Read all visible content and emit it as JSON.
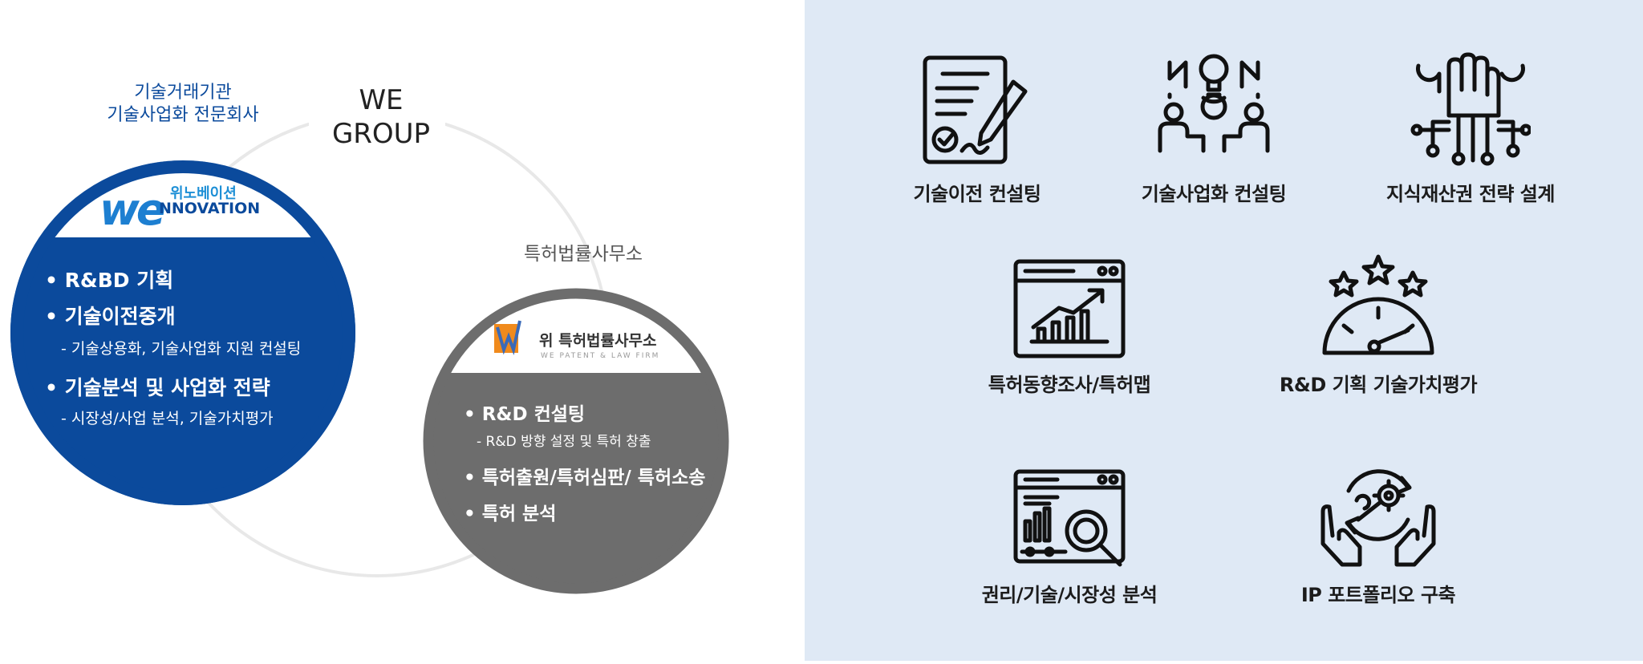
{
  "group": {
    "title_line1": "WE",
    "title_line2": "GROUP"
  },
  "innovation": {
    "caption_line1": "기술거래기관",
    "caption_line2": "기술사업화 전문회사",
    "logo_ko": "위노베이션",
    "logo_en": "NNOVATION",
    "logo_mark": "we",
    "items": [
      {
        "text": "• R&BD 기획",
        "level": 1
      },
      {
        "text": "• 기술이전중개",
        "level": 1
      },
      {
        "text": "- 기술상용화, 기술사업화 지원 컨설팅",
        "level": 2
      },
      {
        "text": "• 기술분석 및 사업화 전략",
        "level": 1
      },
      {
        "text": "- 시장성/사업 분석, 기술가치평가",
        "level": 2
      }
    ],
    "color": "#0b4a9c"
  },
  "patent": {
    "caption": "특허법률사무소",
    "logo_ko": "위 특허법률사무소",
    "logo_en": "WE PATENT & LAW FIRM",
    "items": [
      {
        "text": "• R&D 컨설팅",
        "level": 1
      },
      {
        "text": "- R&D 방향 설정 및 특허 창출",
        "level": 2
      },
      {
        "text": "• 특허출원/특허심판/ 특허소송",
        "level": 1
      },
      {
        "text": "• 특허 분석",
        "level": 1
      }
    ],
    "color": "#6d6d6d"
  },
  "services": [
    {
      "label": "기술이전 컨설팅",
      "icon": "contract-sign-icon"
    },
    {
      "label": "기술사업화 컨설팅",
      "icon": "idea-meeting-icon"
    },
    {
      "label": "지식재산권 전략 설계",
      "icon": "tech-hand-icon"
    },
    {
      "label": "특허동향조사/특허맵",
      "icon": "growth-chart-icon"
    },
    {
      "label": "R&D 기획 기술가치평가",
      "icon": "rating-gauge-icon"
    },
    {
      "label": "권리/기술/시장성 분석",
      "icon": "analysis-magnifier-icon"
    },
    {
      "label": "IP 포트폴리오 구축",
      "icon": "hands-gear-icon"
    }
  ]
}
